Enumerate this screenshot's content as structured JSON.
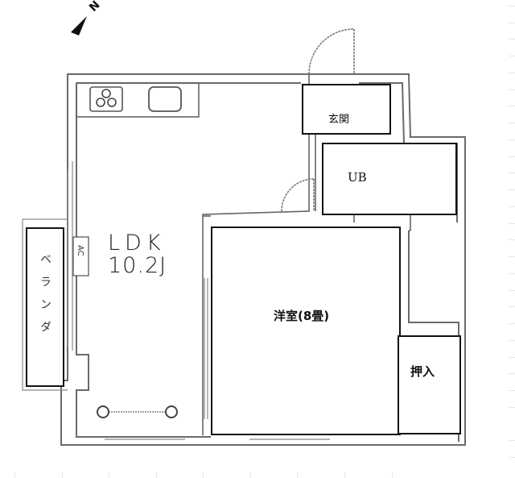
{
  "compass": {
    "label": "N",
    "icon": "north-arrow-icon"
  },
  "rooms": {
    "ldk": {
      "name": "LDK",
      "size": "10.2J"
    },
    "genkan": {
      "name": "玄関"
    },
    "bath": {
      "name": "UB"
    },
    "western_room": {
      "name": "洋室(8畳)"
    },
    "closet": {
      "name": "押入"
    },
    "balcony": {
      "name": "ベランダ"
    },
    "aircon": {
      "name": "AC"
    }
  },
  "fixtures": {
    "stove": {
      "icon": "three-burner-stove-icon"
    },
    "sink": {
      "icon": "kitchen-sink-icon"
    },
    "curtain_rail": {
      "icon": "curtain-rail-icon"
    }
  },
  "colors": {
    "wall": "#555555",
    "room_outline": "#111111",
    "background": "#ffffff",
    "edge_ticks": "#e6e6e6"
  }
}
